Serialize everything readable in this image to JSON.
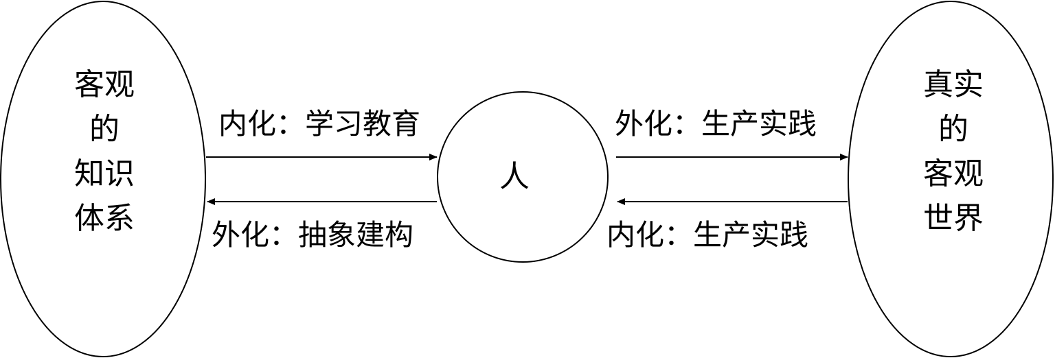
{
  "nodes": {
    "left_lines": [
      "客观",
      "的",
      "知识",
      "体系"
    ],
    "center_label": "人",
    "right_lines": [
      "真实",
      "的",
      "客观",
      "世界"
    ]
  },
  "edges": {
    "left_to_center": "内化：学习教育",
    "center_to_left": "外化：抽象建构",
    "center_to_right": "外化：生产实践",
    "right_to_center": "内化：生产实践"
  }
}
